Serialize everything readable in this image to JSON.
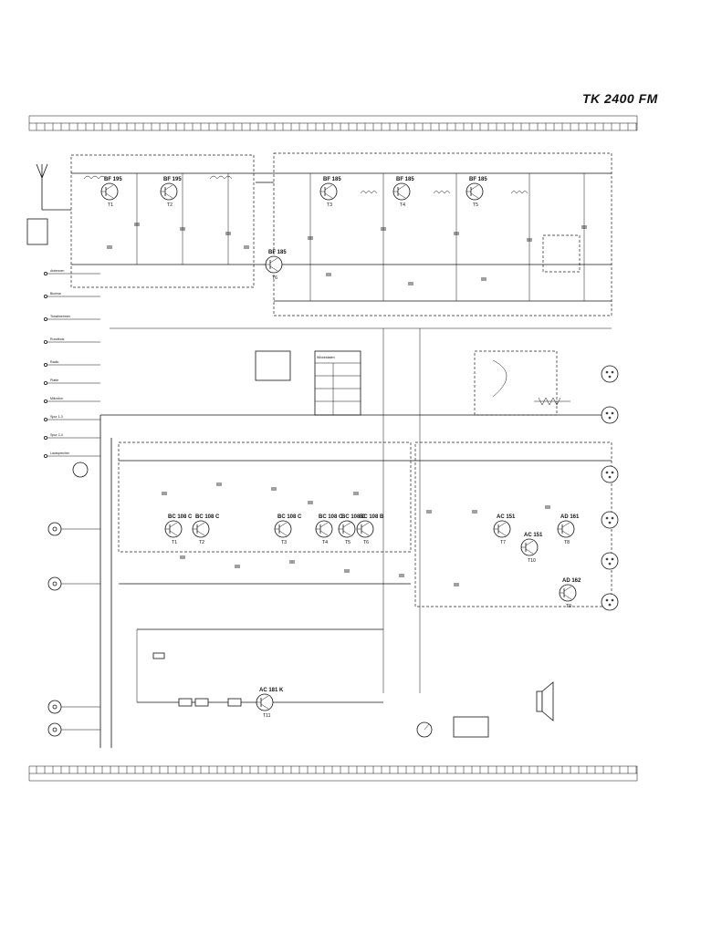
{
  "document": {
    "title": "TK 2400 FM"
  },
  "transistors": [
    {
      "type": "BF 195",
      "ref": "T1"
    },
    {
      "type": "BF 195",
      "ref": "T2"
    },
    {
      "type": "BF 185",
      "ref": "T3"
    },
    {
      "type": "BF 185",
      "ref": "T4"
    },
    {
      "type": "BF 185",
      "ref": "T5"
    },
    {
      "type": "BF 185",
      "ref": "T6"
    },
    {
      "type": "BC 108 C",
      "ref": "T1"
    },
    {
      "type": "BC 108 C",
      "ref": "T2"
    },
    {
      "type": "BC 108 C",
      "ref": "T3"
    },
    {
      "type": "BC 108 C",
      "ref": "T4"
    },
    {
      "type": "BC 108 C",
      "ref": "T5"
    },
    {
      "type": "BC 108 B",
      "ref": "T6"
    },
    {
      "type": "AC 151",
      "ref": "T7"
    },
    {
      "type": "AD 161",
      "ref": "T8"
    },
    {
      "type": "AD 162",
      "ref": "T9"
    },
    {
      "type": "AC 151",
      "ref": "T10"
    },
    {
      "type": "AC 181 K",
      "ref": "T11"
    }
  ],
  "side_labels": [
    "Antennen",
    "Buchse",
    "Tonabnehmer",
    "Rundfunk",
    "Radio",
    "Platte",
    "Mikrofon",
    "Spur 1-3",
    "Spur 2-4",
    "Lautsprecher"
  ],
  "blocks": {
    "table_title": "Wickeldaten"
  }
}
